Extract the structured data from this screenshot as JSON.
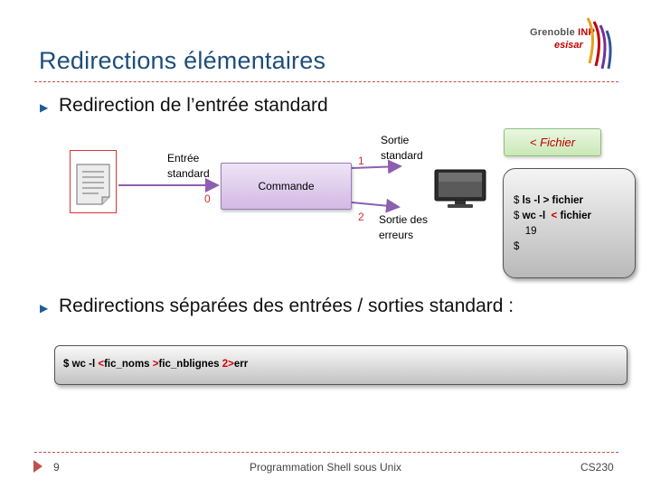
{
  "header": {
    "title": "Redirections élémentaires",
    "logo": {
      "line1": "Grenoble",
      "line1_accent": "INP",
      "line2": "esisar"
    }
  },
  "bullets": [
    "Redirection de l’entrée standard",
    "Redirections séparées des entrées / sorties standard :"
  ],
  "diagram": {
    "input_label_1": "Entrée",
    "input_label_2": "standard",
    "command_label": "Commande",
    "in_fd": "0",
    "out_fd": "1",
    "err_fd": "2",
    "out_label_1": "Sortie",
    "out_label_2": "standard",
    "err_label_1": "Sortie des",
    "err_label_2": "erreurs",
    "file_icon": "document-icon",
    "screen_icon": "monitor-icon"
  },
  "side_pill": "< Fichier",
  "terminal": {
    "line1_prompt": "$ ",
    "line1_cmd": "ls -l > fichier",
    "line2_prompt": "$ ",
    "line2_cmd_a": "wc -l  ",
    "line2_redir": "<",
    "line2_cmd_b": " fichier",
    "line3": "    19",
    "line4": "$"
  },
  "command_bar": {
    "p1": "$ wc -l ",
    "r1": "<",
    "p2": "fic_noms ",
    "r2": ">",
    "p3": "fic_nblignes ",
    "r3": "2>",
    "p4": "err"
  },
  "footer": {
    "page": "9",
    "center": "Programmation Shell sous Unix",
    "right": "CS230"
  },
  "colors": {
    "title": "#1f4e79",
    "accent_red": "#c0504d",
    "redirect_red": "#d00000",
    "arrow_purple": "#8e5fb0"
  }
}
